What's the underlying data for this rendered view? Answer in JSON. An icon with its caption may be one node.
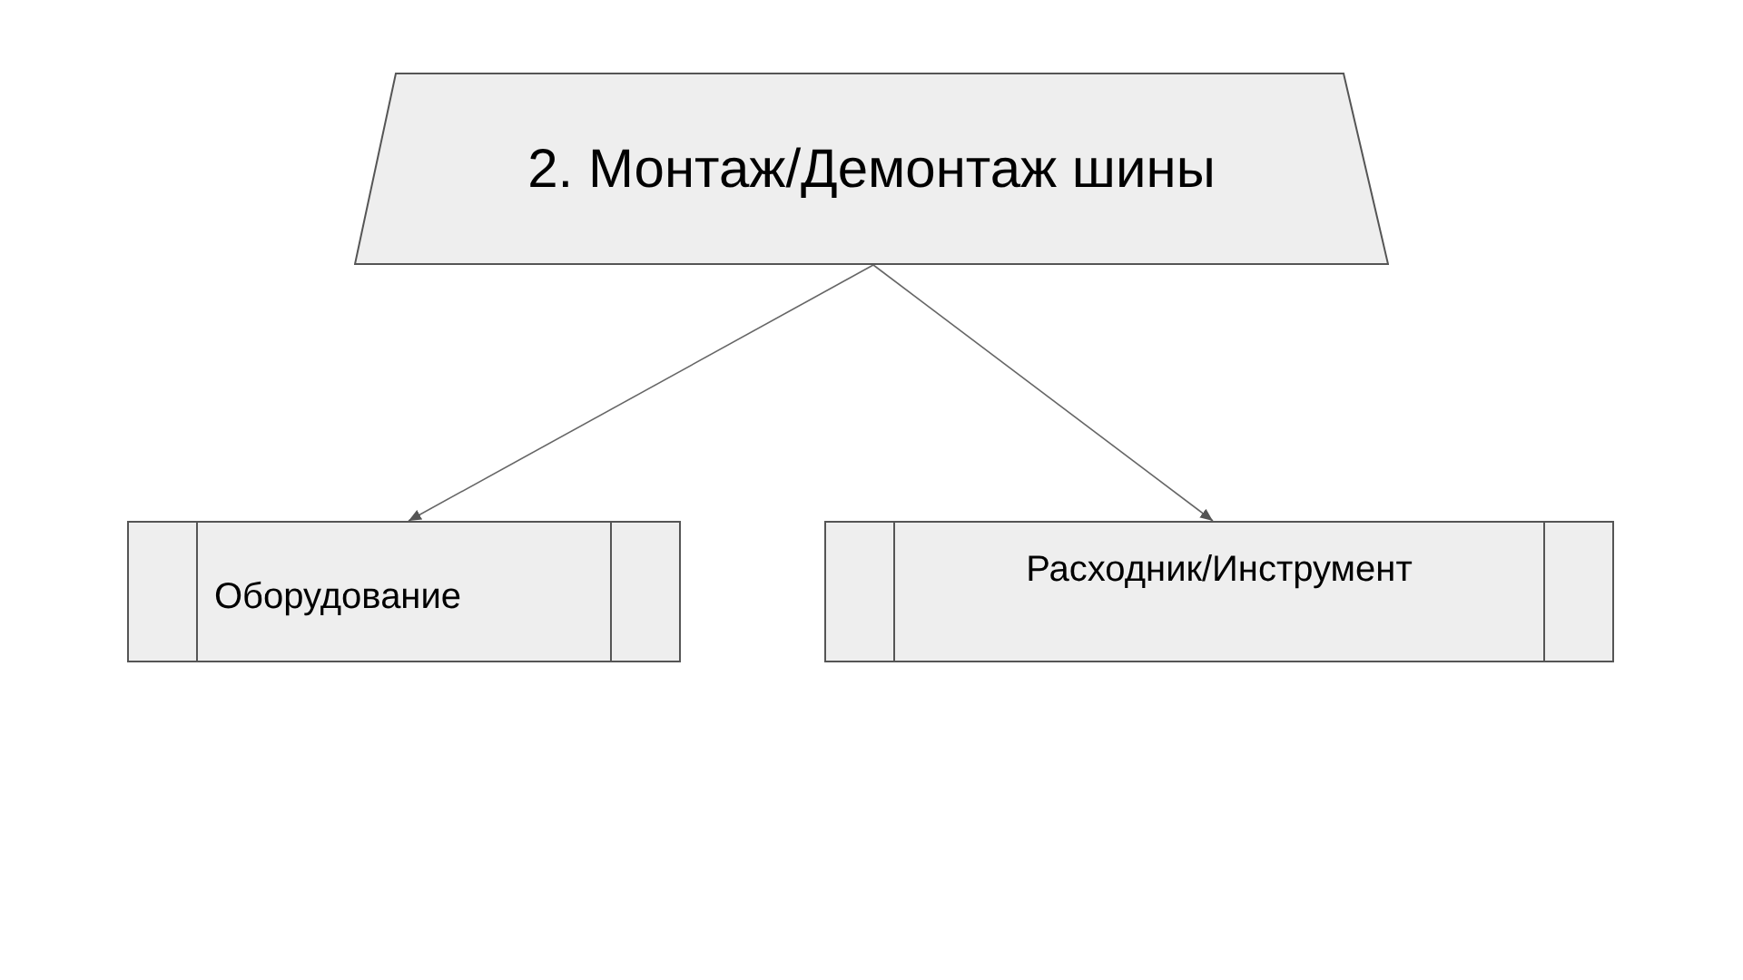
{
  "diagram": {
    "nodes": [
      {
        "text": [
          "2. Монтаж/Демонтаж шины"
        ]
      },
      {
        "text": [
          "Оборудование"
        ]
      },
      {
        "text": [
          "Расходник/Инструмент"
        ]
      }
    ],
    "edges": [
      {
        "from": 0,
        "to": 1,
        "arrow": "to"
      },
      {
        "from": 0,
        "to": 2,
        "arrow": "to"
      }
    ]
  }
}
